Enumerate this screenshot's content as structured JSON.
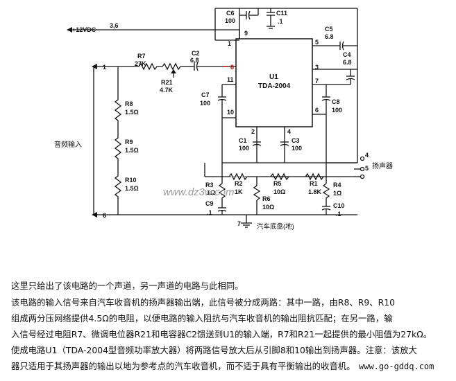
{
  "schematic": {
    "supply": "+12VDC",
    "supply_pin": "3,6",
    "ic_name": "U1",
    "ic_part": "TDA-2004",
    "input_label": "音频输入",
    "speaker_label": "扬声器",
    "ground_label": "汽车底盘(地)",
    "node_labels": [
      "1",
      "6",
      "7",
      "4",
      "5"
    ],
    "ic_pins": [
      "1",
      "9",
      "5",
      "8",
      "3",
      "11",
      "7",
      "10",
      "6",
      "2",
      "4"
    ],
    "components": {
      "C6": [
        "C6",
        "100"
      ],
      "C11": [
        "C11",
        ".1"
      ],
      "C5": [
        "C5",
        "6.8"
      ],
      "C4": [
        "C4",
        "6.8"
      ],
      "R7": [
        "R7",
        "27K"
      ],
      "C2": [
        "C2",
        "6.8"
      ],
      "R21": [
        "R21",
        "4.7K"
      ],
      "C7": [
        "C7",
        "100"
      ],
      "C8": [
        "C8",
        "100"
      ],
      "R8": [
        "R8",
        "1.5Ω"
      ],
      "R9": [
        "R9",
        "1.5Ω"
      ],
      "R10": [
        "R10",
        "1.5Ω"
      ],
      "C1": [
        "C1",
        "100"
      ],
      "C3": [
        "C3",
        "100"
      ],
      "R3": [
        "R3",
        "1Ω"
      ],
      "R2": [
        "R2",
        "1K"
      ],
      "R6": [
        "R6",
        "10Ω"
      ],
      "R5": [
        "R5",
        "10Ω"
      ],
      "R1": [
        "R1",
        "1.8K"
      ],
      "R4": [
        "R4",
        "1Ω"
      ],
      "C9": [
        "C9",
        ".1"
      ],
      "C10": [
        "C10",
        ".1"
      ]
    },
    "watermark_left": "www.dz3w.com",
    "watermark_right": "www.go-gddq.com"
  },
  "description": [
    "这里只给出了该电路的一个声道，另一声道的电路与此相同。",
    "该电路的输入信号来自汽车收音机的扬声器输出端，此信号被分成两路：其中一路，由R8、R9、R10",
    "组成两分压网络提供4.5Ω的电阻，以便电路的输入阻抗与汽车收音机的输出阻抗匹配；在另一路，输",
    "入信号经过电阻R7、微调电位器R21和电容器C2馈送到U1的输入端，R7和R21一起提供的最小阻值为27kΩ。",
    "使成电路U1（TDA-2004型音频功率放大器）将两路信号放大后从引脚8和10输出到扬声器。注意：该放大",
    "器只适用于其扬声器的输出以地为参考点的汽车收音机，而不适于具有平衡输出的收音机。"
  ]
}
